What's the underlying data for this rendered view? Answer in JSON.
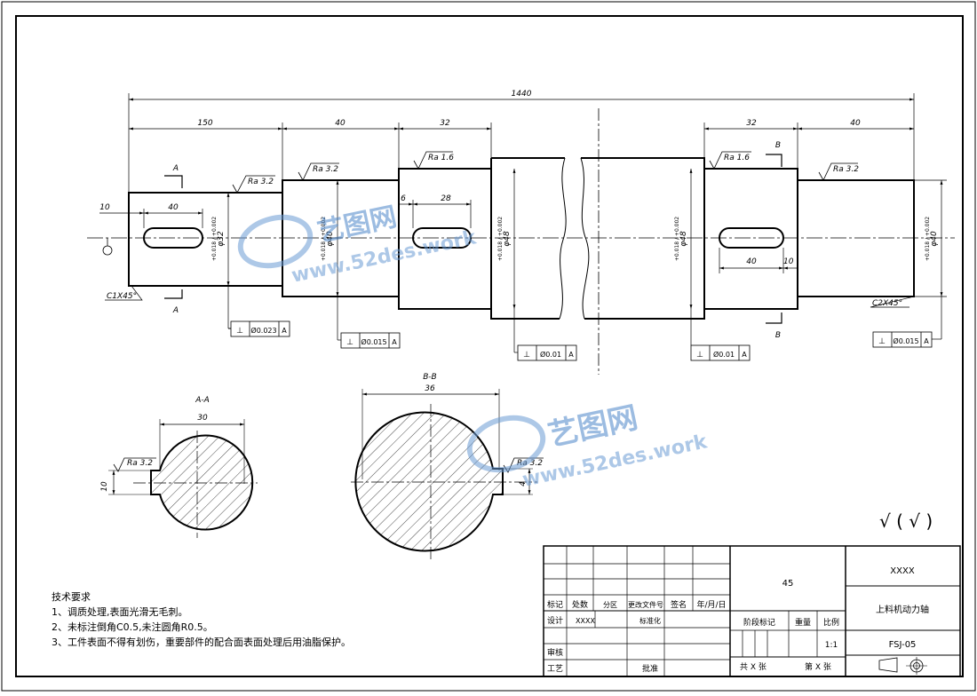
{
  "dims": {
    "total_length": "1440",
    "d150": "150",
    "d40a": "40",
    "d32a": "32",
    "d32b": "32",
    "d40b": "40",
    "key_len_a": "40",
    "d10": "10",
    "d6": "6",
    "d28": "28",
    "d40c": "40",
    "d10b": "10",
    "aa_30": "30",
    "aa_10": "10",
    "bb_36": "36",
    "bb_4": "4"
  },
  "diameters": {
    "d1": "φ32",
    "d1_tol": "+0.018 / +0.002",
    "d2": "φ40",
    "d2_tol": "+0.018 / +0.002",
    "d3": "φ48",
    "d3_tol": "+0.018 / +0.002",
    "d4": "φ48",
    "d4_tol": "+0.018 / +0.002",
    "d5": "φ40",
    "d5_tol": "+0.018 / +0.002"
  },
  "roughness": {
    "r1": "Ra 3.2",
    "r2": "Ra 3.2",
    "r3": "Ra 1.6",
    "r4": "Ra 1.6",
    "r5": "Ra 3.2",
    "aa": "Ra 3.2",
    "bb": "Ra 3.2"
  },
  "chamfers": {
    "left": "C1X45°",
    "right": "C2X45°"
  },
  "tolerance_frames": [
    {
      "symbol": "⊥",
      "value": "Ø0.023",
      "datum": "A"
    },
    {
      "symbol": "⊥",
      "value": "Ø0.015",
      "datum": "A"
    },
    {
      "symbol": "⊥",
      "value": "Ø0.01",
      "datum": "A"
    },
    {
      "symbol": "⊥",
      "value": "Ø0.01",
      "datum": "A"
    },
    {
      "symbol": "⊥",
      "value": "Ø0.015",
      "datum": "A"
    }
  ],
  "section_marks": {
    "a": "A",
    "b": "B",
    "aa_title": "A-A",
    "bb_title": "B-B"
  },
  "general_roughness": "√ ( √ )",
  "watermark": {
    "cn": "艺图网",
    "url": "www.52des.work"
  },
  "tech_requirements": {
    "title": "技术要求",
    "items": [
      "1、调质处理,表面光滑无毛刺。",
      "2、未标注倒角C0.5,未注圆角R0.5。",
      "3、工件表面不得有划伤，重要部件的配合面表面处理后用油脂保护。"
    ]
  },
  "title_block": {
    "material": "45",
    "company": "XXXX",
    "part_name": "上料机动力轴",
    "drawing_no": "FSJ-05",
    "scale": "1:1",
    "h_mark": "标记",
    "h_count": "处数",
    "h_zone": "分区",
    "h_doc": "更改文件号",
    "h_sign": "签名",
    "h_date": "年/月/日",
    "design": "设计",
    "designer": "XXXX",
    "standard": "标准化",
    "stage_mark": "阶段标记",
    "weight": "重量",
    "scale_label": "比例",
    "check": "审核",
    "process": "工艺",
    "approve": "批准",
    "total_sheets": "共 X 张",
    "sheet_no": "第 X 张"
  }
}
